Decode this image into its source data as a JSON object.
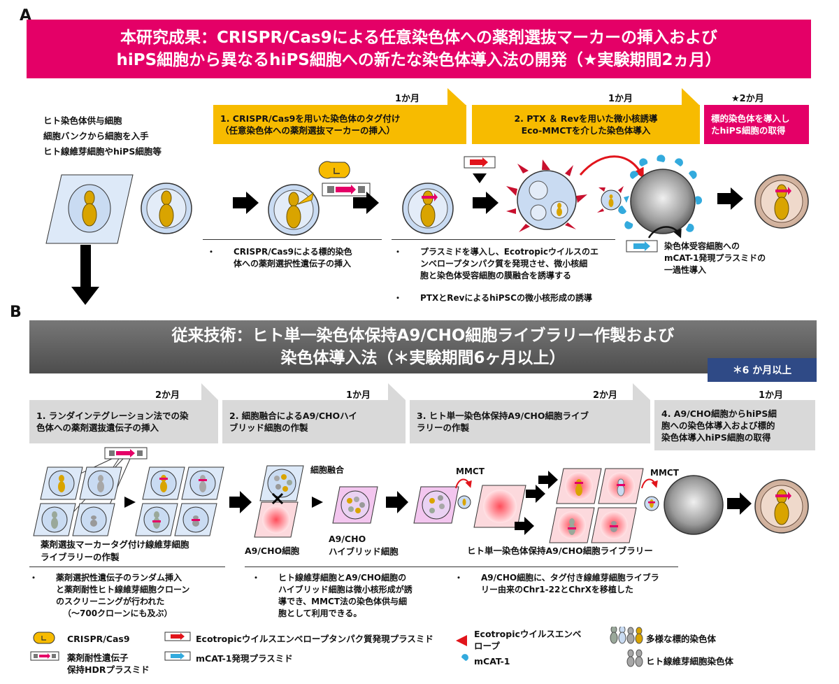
{
  "panelA": {
    "letter": "A",
    "title_line1": "本研究成果：CRISPR/Cas9による任意染色体への薬剤選抜マーカーの挿入および",
    "title_line2": "hiPS細胞から異なるhiPS細胞への新たな染色体導入法の開発（★実験期間2ヵ月）",
    "donor_line1": "ヒト染色体供与細胞",
    "donor_line2": "細胞バンクから細胞を入手",
    "donor_line3": "ヒト線維芽細胞やhiPS細胞等",
    "step1_month": "1か月",
    "step1_line1": "1. CRISPR/Cas9を用いた染色体のタグ付け",
    "step1_line2": "（任意染色体への薬剤選抜マーカーの挿入）",
    "step2_month": "1か月",
    "step2_line1": "2. PTX ＆ Revを用いた微小核誘導",
    "step2_line2": "Eco-MMCTを介した染色体導入",
    "step3_month": "★2か月",
    "step3_line1": "標的染色体を導入し",
    "step3_line2": "たhiPS細胞の取得",
    "bullet1_line1": "CRISPR/Cas9による標的染色",
    "bullet1_line2": "体への薬剤選択性遺伝子の挿入",
    "bullet2_line1": "プラスミドを導入し、Ecotropicウイルスのエ",
    "bullet2_line2": "ンベロープタンパク質を発現させ、微小核細",
    "bullet2_line3": "胞と染色体受容細胞の膜融合を誘導する",
    "bullet3_line1": "PTXとRevによるhiPSCの微小核形成の誘導",
    "recipient_line1": "染色体受容細胞への",
    "recipient_line2": "mCAT-1発現プラスミドの",
    "recipient_line3": "一過性導入",
    "bullet_mark": "・"
  },
  "panelB": {
    "letter": "B",
    "title_line1": "従来技術：ヒト単一染色体保持A9/CHO細胞ライブラリー作製および",
    "title_line2": "染色体導入法（＊実験期間6ヶ月以上）",
    "badge": "＊6 か月以上",
    "step1_month": "2か月",
    "step1_line1": "1. ランダインテグレーション法での染",
    "step1_line2": "色体への薬剤選抜遺伝子の挿入",
    "step2_month": "1か月",
    "step2_line1": "2.  細胞融合によるA9/CHOハイ",
    "step2_line2": "ブリッド細胞の作製",
    "step3_month": "2か月",
    "step3_line1": "3. ヒト単一染色体保持A9/CHO細胞ライブ",
    "step3_line2": "ラリーの作製",
    "step4_month": "1か月",
    "step4_line1": "4. A9/CHO細胞からhiPS細",
    "step4_line2": "胞への染色体導入および標的",
    "step4_line3": "染色体導入hiPS細胞の取得",
    "fusion_label": "細胞融合",
    "mmct_label1": "MMCT",
    "mmct_label2": "MMCT",
    "lib_label_line1": "薬剤選抜マーカータグ付け線維芽細胞",
    "lib_label_line2": "ライブラリーの作製",
    "a9cho_label": "A9/CHO細胞",
    "hybrid_line1": "A9/CHO",
    "hybrid_line2": "ハイブリッド細胞",
    "library_label": "ヒト単一染色体保持A9/CHO細胞ライブラリー",
    "bullet1_line1": "薬剤選択性遺伝子のランダム挿入",
    "bullet1_line2": "と薬剤耐性ヒト線維芽細胞クローン",
    "bullet1_line3": "のスクリーニングが行われた",
    "bullet1_line4": "（～700クローンにも及ぶ）",
    "bullet2_line1": "ヒト線維芽細胞とA9/CHO細胞の",
    "bullet2_line2": "ハイブリッド細胞は微小核形成が誘",
    "bullet2_line3": "導でき、MMCT法の染色体供与細",
    "bullet2_line4": "胞として利用できる。",
    "bullet3_line1": "A9/CHO細胞に、タグ付き線維芽細胞ライブラ",
    "bullet3_line2": "リー由来のChr1-22とChrXを移植した",
    "bullet_mark": "・"
  },
  "legend": {
    "crispr": "CRISPR/Cas9",
    "hdr_line1": "薬剤耐性遺伝子",
    "hdr_line2": "保持HDRプラスミド",
    "eco_plasmid": "Ecotropicウイルスエンベロープタンパク質発現プラスミド",
    "mcat_plasmid": "mCAT-1発現プラスミド",
    "eco_env_line1": "Ecotropicウイルスエンベ",
    "eco_env_line2": "ロープ",
    "mcat": "mCAT-1",
    "various": "多様な標的染色体",
    "fibro_chrom": "ヒト線維芽細胞染色体"
  },
  "colors": {
    "pink": "#e40067",
    "yellow": "#f7bb00",
    "navy": "#2f4a86",
    "cellBlue": "#c9dbf2",
    "chromGold": "#d9a400",
    "red": "#e1141b",
    "cyan": "#33aadd"
  }
}
